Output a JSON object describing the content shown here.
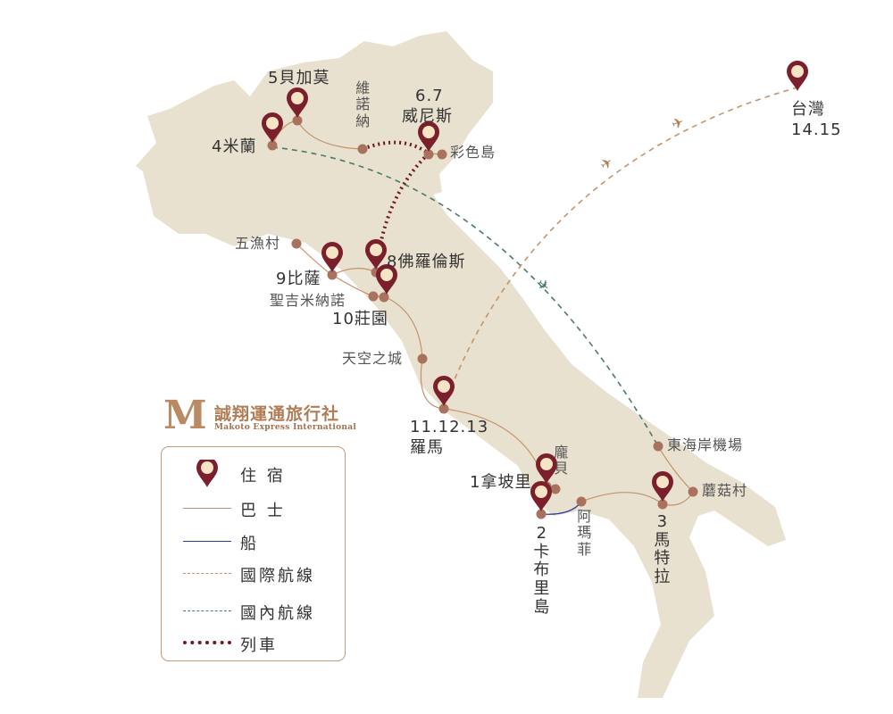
{
  "brand": {
    "name_cn": "誠翔運通旅行社",
    "name_en": "Makoto Express International",
    "logo_letter": "M"
  },
  "legend": [
    {
      "label": "住 宿",
      "type": "pin"
    },
    {
      "label": "巴 士",
      "type": "bus",
      "color": "#c4916a"
    },
    {
      "label": "船",
      "type": "boat",
      "color": "#2b3a8f"
    },
    {
      "label": "國際航線",
      "type": "intl-flight",
      "color": "#c4956c"
    },
    {
      "label": "國內航線",
      "type": "domestic-flight",
      "color": "#4d7a6b"
    },
    {
      "label": "列車",
      "type": "train",
      "color": "#6e1a22"
    }
  ],
  "places": {
    "milan": "4米蘭",
    "bergamo": "5貝加莫",
    "verona": "維諾納",
    "venice_days": "6.7",
    "venice": "威尼斯",
    "burano": "彩色島",
    "cinque_terre": "五漁村",
    "pisa": "9比薩",
    "san_gimignano": "聖吉米納諾",
    "florence": "8佛羅倫斯",
    "farm": "10莊園",
    "civita": "天空之城",
    "rome_days": "11.12.13",
    "rome": "羅馬",
    "naples": "1拿坡里",
    "pompeii": "龐貝",
    "capri": "2卡布里島",
    "amalfi": "阿瑪菲",
    "matera": "3馬特拉",
    "alberobello": "蘑菇村",
    "east_airport": "東海岸機場",
    "taiwan": "台灣",
    "taiwan_days": "14.15"
  },
  "colors": {
    "land": "#e8e1cf",
    "pin": "#7a1f2b",
    "pin_center": "#f6e4c4",
    "dot": "#a8725e",
    "bus": "#c4916a",
    "boat": "#2b3a8f",
    "intl": "#c4956c",
    "domestic": "#4d7a6b",
    "train": "#6e1a22"
  }
}
